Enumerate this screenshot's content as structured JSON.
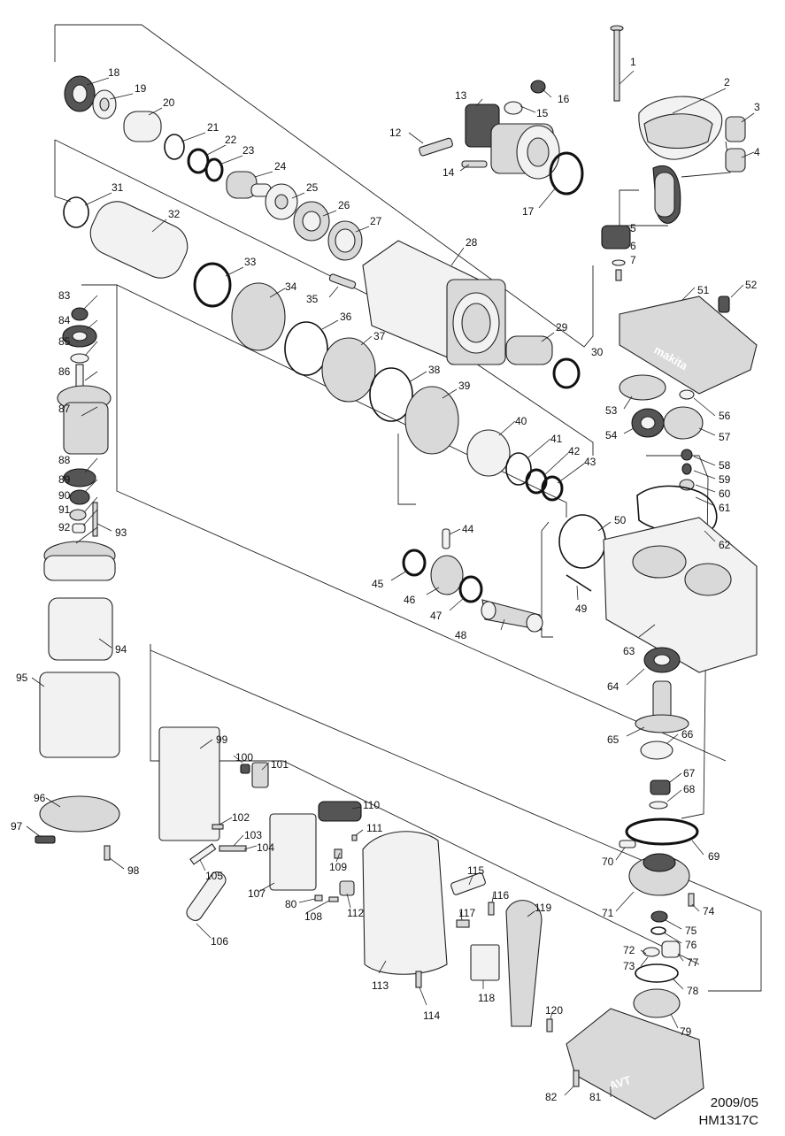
{
  "document": {
    "date": "2009/05",
    "model": "HM1317C"
  },
  "brand_mark": "makita",
  "decals": {
    "avt": "AVT"
  },
  "parts": [
    {
      "no": "1"
    },
    {
      "no": "2"
    },
    {
      "no": "3"
    },
    {
      "no": "4"
    },
    {
      "no": "5"
    },
    {
      "no": "6"
    },
    {
      "no": "7"
    },
    {
      "no": "12"
    },
    {
      "no": "13"
    },
    {
      "no": "14"
    },
    {
      "no": "15"
    },
    {
      "no": "16"
    },
    {
      "no": "17"
    },
    {
      "no": "18"
    },
    {
      "no": "19"
    },
    {
      "no": "20"
    },
    {
      "no": "21"
    },
    {
      "no": "22"
    },
    {
      "no": "23"
    },
    {
      "no": "24"
    },
    {
      "no": "25"
    },
    {
      "no": "26"
    },
    {
      "no": "27"
    },
    {
      "no": "28"
    },
    {
      "no": "29"
    },
    {
      "no": "30"
    },
    {
      "no": "31"
    },
    {
      "no": "32"
    },
    {
      "no": "33"
    },
    {
      "no": "34"
    },
    {
      "no": "35"
    },
    {
      "no": "36"
    },
    {
      "no": "37"
    },
    {
      "no": "38"
    },
    {
      "no": "39"
    },
    {
      "no": "40"
    },
    {
      "no": "41"
    },
    {
      "no": "42"
    },
    {
      "no": "43"
    },
    {
      "no": "44"
    },
    {
      "no": "45"
    },
    {
      "no": "46"
    },
    {
      "no": "47"
    },
    {
      "no": "48"
    },
    {
      "no": "49"
    },
    {
      "no": "50"
    },
    {
      "no": "51"
    },
    {
      "no": "52"
    },
    {
      "no": "53"
    },
    {
      "no": "54"
    },
    {
      "no": "56"
    },
    {
      "no": "57"
    },
    {
      "no": "58"
    },
    {
      "no": "59"
    },
    {
      "no": "60"
    },
    {
      "no": "61"
    },
    {
      "no": "62"
    },
    {
      "no": "63"
    },
    {
      "no": "64"
    },
    {
      "no": "65"
    },
    {
      "no": "66"
    },
    {
      "no": "67"
    },
    {
      "no": "68"
    },
    {
      "no": "69"
    },
    {
      "no": "70"
    },
    {
      "no": "71"
    },
    {
      "no": "72"
    },
    {
      "no": "73"
    },
    {
      "no": "74"
    },
    {
      "no": "75"
    },
    {
      "no": "76"
    },
    {
      "no": "77"
    },
    {
      "no": "78"
    },
    {
      "no": "79"
    },
    {
      "no": "80"
    },
    {
      "no": "81"
    },
    {
      "no": "82"
    },
    {
      "no": "83"
    },
    {
      "no": "84"
    },
    {
      "no": "85"
    },
    {
      "no": "86"
    },
    {
      "no": "87"
    },
    {
      "no": "88"
    },
    {
      "no": "89"
    },
    {
      "no": "90"
    },
    {
      "no": "91"
    },
    {
      "no": "92"
    },
    {
      "no": "93"
    },
    {
      "no": "94"
    },
    {
      "no": "95"
    },
    {
      "no": "96"
    },
    {
      "no": "97"
    },
    {
      "no": "98"
    },
    {
      "no": "99"
    },
    {
      "no": "100"
    },
    {
      "no": "101"
    },
    {
      "no": "102"
    },
    {
      "no": "103"
    },
    {
      "no": "104"
    },
    {
      "no": "105"
    },
    {
      "no": "106"
    },
    {
      "no": "107"
    },
    {
      "no": "108"
    },
    {
      "no": "109"
    },
    {
      "no": "110"
    },
    {
      "no": "111"
    },
    {
      "no": "112"
    },
    {
      "no": "113"
    },
    {
      "no": "114"
    },
    {
      "no": "115"
    },
    {
      "no": "116"
    },
    {
      "no": "117"
    },
    {
      "no": "118"
    },
    {
      "no": "119"
    },
    {
      "no": "120"
    }
  ]
}
